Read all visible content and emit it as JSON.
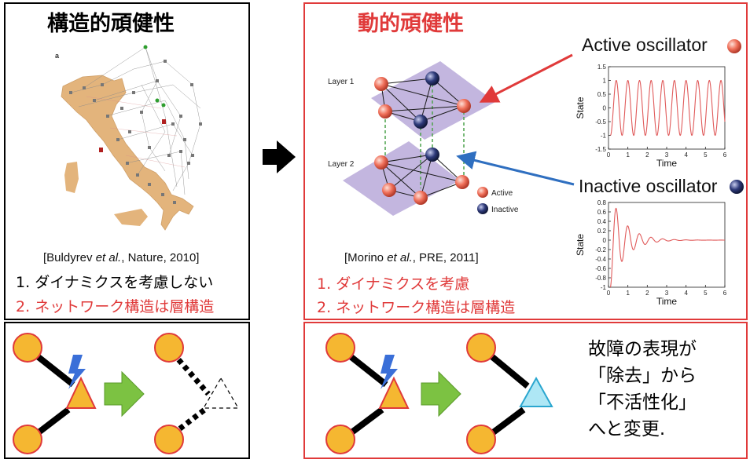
{
  "structural": {
    "title": "構造的頑健性",
    "citation_author": "[Buldyrev ",
    "citation_etal": "et al.",
    "citation_rest": ", Nature, 2010]",
    "map_label": "a",
    "points": [
      {
        "n": "1.",
        "text": "ダイナミクスを考慮しない"
      },
      {
        "n": "2.",
        "text": "ネットワーク構造は層構造"
      }
    ]
  },
  "dynamical": {
    "title": "動的頑健性",
    "citation_author": "[Morino ",
    "citation_etal": "et al.",
    "citation_rest": ", PRE, 2011]",
    "layer1_label": "Layer 1",
    "layer2_label": "Layer 2",
    "legend_active": "Active",
    "legend_inactive": "Inactive",
    "active_oscillator": "Active oscillator",
    "inactive_oscillator": "Inactive oscillator",
    "points": [
      {
        "n": "1.",
        "text": "ダイナミクスを考慮"
      },
      {
        "n": "2.",
        "text": "ネットワーク構造は層構造"
      }
    ]
  },
  "chart_data": [
    {
      "type": "line",
      "xlabel": "Time",
      "ylabel": "State",
      "xlim": [
        0,
        6
      ],
      "ylim": [
        -1.5,
        1.5
      ],
      "x_ticks": [
        "0",
        "1",
        "2",
        "3",
        "4",
        "5",
        "6"
      ],
      "y_ticks": [
        "1.5",
        "1",
        "0.5",
        "0",
        "-0.5",
        "-1",
        "-1.5"
      ],
      "series": [
        {
          "amplitude": 1,
          "period": 0.6,
          "x_start": 0.1,
          "x_end": 6
        }
      ]
    },
    {
      "type": "line",
      "xlabel": "Time",
      "ylabel": "State",
      "xlim": [
        0,
        6
      ],
      "ylim": [
        -1,
        0.8
      ],
      "x_ticks": [
        "0",
        "1",
        "2",
        "3",
        "4",
        "5",
        "6"
      ],
      "y_ticks": [
        "0.8",
        "0.6",
        "0.4",
        "0.2",
        "0",
        "-0.2",
        "-0.4",
        "-0.6",
        "-0.8",
        "-1"
      ],
      "series": [
        {
          "amplitude": 1,
          "period": 0.6,
          "decay": 0.75,
          "x_start": 0.1,
          "x_end": 6
        }
      ]
    }
  ],
  "failure_note": {
    "lines": [
      "故障の表現が",
      "「除去」から",
      "「不活性化」",
      "へと変更."
    ]
  },
  "colors": {
    "node_active": "#f0705a",
    "node_inactive": "#2e3a7a",
    "node_failed_yellow": "#f5b731",
    "arrow_green": "#7cc242",
    "lightning": "#3a6fd8",
    "triangle_inactive": "#aee7f5",
    "red_border": "#e03a3a",
    "map_land": "#e3b47c",
    "plot_line": "#e05a5a"
  }
}
